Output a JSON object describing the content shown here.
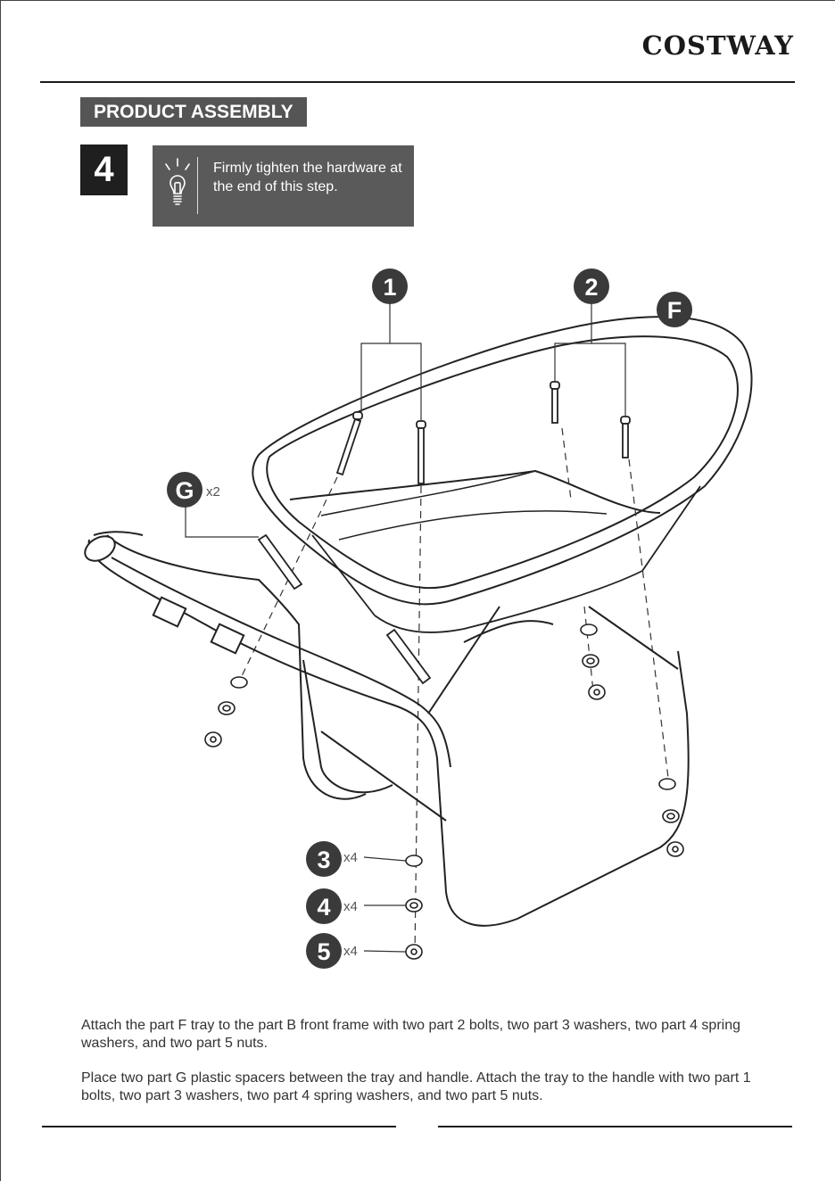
{
  "brand": {
    "name": "COSTWAY"
  },
  "section_title": "PRODUCT ASSEMBLY",
  "step": {
    "number": "4",
    "tip": "Firmly tighten the hardware at the end of this step."
  },
  "callouts": {
    "c1": "1",
    "c2": "2",
    "cF": "F",
    "cG": "G",
    "g_qty": "x2",
    "c3": "3",
    "c3_qty": "x4",
    "c4": "4",
    "c4_qty": "x4",
    "c5": "5",
    "c5_qty": "x4"
  },
  "instructions": [
    "Attach the part F tray to the part B front frame with two part 2 bolts, two part 3 washers, two part 4 spring washers, and two part 5 nuts.",
    "Place two part G plastic spacers between the tray and handle. Attach the tray to the handle with two part 1 bolts, two part 3 washers, two part 4 spring washers, and two part 5 nuts."
  ],
  "icons": {
    "tip": "lightbulb-icon"
  },
  "colors": {
    "dark": "#1f1f1f",
    "grey": "#555555",
    "tip_box": "#5a5a5a"
  }
}
